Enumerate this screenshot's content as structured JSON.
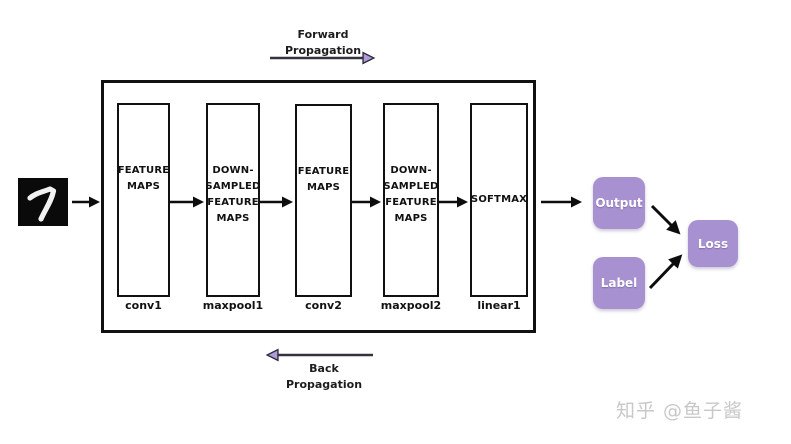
{
  "input": {
    "digit": "7"
  },
  "forward_propagation": {
    "line1": "Forward",
    "line2": "Propagation"
  },
  "back_propagation": {
    "line1": "Back",
    "line2": "Propagation"
  },
  "network": {
    "layers": [
      {
        "box_text": "FEATURE MAPS",
        "layer_name": "conv1"
      },
      {
        "box_text": "DOWN- SAMPLED FEATURE MAPS",
        "layer_name": "maxpool1"
      },
      {
        "box_text": "FEATURE MAPS",
        "layer_name": "conv2"
      },
      {
        "box_text": "DOWN- SAMPLED FEATURE MAPS",
        "layer_name": "maxpool2"
      },
      {
        "box_text": "SOFTMAX",
        "layer_name": "linear1"
      }
    ]
  },
  "results": {
    "output": "Output",
    "label": "Label",
    "loss": "Loss"
  },
  "watermark": "知乎 @鱼子酱",
  "colors": {
    "purple_box": "#a791d1",
    "purple_arrowhead": "#b29ad8",
    "line_black": "#0d0d0d",
    "line_dark": "#34323e",
    "watermark_gray": "#c8c8c8"
  }
}
